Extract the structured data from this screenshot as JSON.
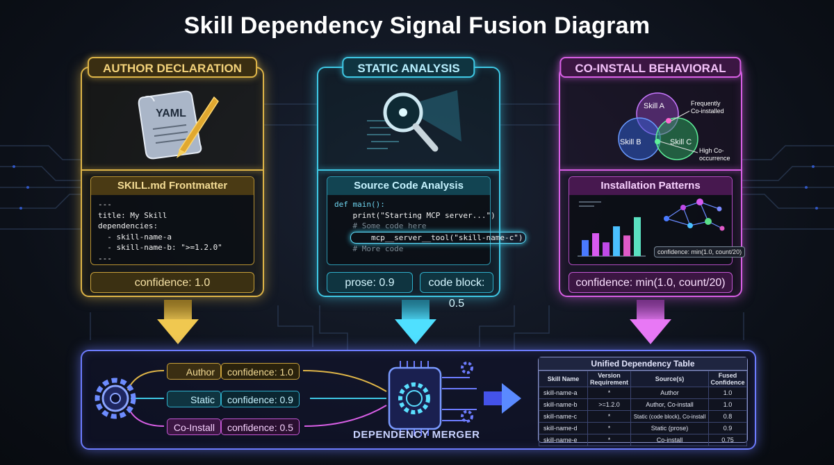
{
  "title": "Skill Dependency Signal Fusion Diagram",
  "panels": {
    "author": {
      "label": "AUTHOR DECLARATION",
      "icon_text": "YAML",
      "sub_title": "SKILL.md Frontmatter",
      "code": [
        "---",
        "title: My Skill",
        "dependencies:",
        "  - skill-name-a",
        "  - skill-name-b: \">=1.2.0\"",
        "---"
      ],
      "confidence": "confidence: 1.0",
      "color": "#e0b648"
    },
    "static": {
      "label": "STATIC ANALYSIS",
      "sub_title": "Source Code Analysis",
      "code": [
        "def main():",
        "    print(\"Starting MCP server...\")",
        "    # Some code here",
        "    mcp__server__tool(\"skill-name-c\")",
        "    # More code"
      ],
      "confidence_prose": "prose: 0.9",
      "confidence_code": "code block: 0.5",
      "color": "#3fc9e6"
    },
    "coinstall": {
      "label": "CO-INSTALL BEHAVIORAL",
      "venn": {
        "a": "Skill A",
        "b": "Skill B",
        "c": "Skill C",
        "note1": [
          "Frequently",
          "Co-installed"
        ],
        "note2": [
          "High Co-",
          "occurrence"
        ]
      },
      "sub_title": "Installation Patterns",
      "formula_small": "confidence: min(1.0, count/20)",
      "bar_values": [
        0.35,
        0.5,
        0.3,
        0.65,
        0.45,
        0.85
      ],
      "confidence": "confidence: min(1.0, count/20)",
      "color": "#d95fe6"
    }
  },
  "merger": {
    "label": "DEPENDENCY MERGER",
    "sources": [
      {
        "name": "Author",
        "confidence": "confidence: 1.0"
      },
      {
        "name": "Static",
        "confidence": "confidence: 0.9"
      },
      {
        "name": "Co-Install",
        "confidence": "confidence: 0.5"
      }
    ]
  },
  "table": {
    "title": "Unified Dependency Table",
    "headers": [
      "Skill Name",
      "Version Requirement",
      "Source(s)",
      "Fused Confidence"
    ],
    "rows": [
      [
        "skill-name-a",
        "*",
        "Author",
        "1.0"
      ],
      [
        "skill-name-b",
        ">=1.2.0",
        "Author, Co-install",
        "1.0"
      ],
      [
        "skill-name-c",
        "*",
        "Static (code block), Co-install",
        "0.8"
      ],
      [
        "skill-name-d",
        "*",
        "Static (prose)",
        "0.9"
      ],
      [
        "skill-name-e",
        "*",
        "Co-install",
        "0.75"
      ]
    ]
  }
}
